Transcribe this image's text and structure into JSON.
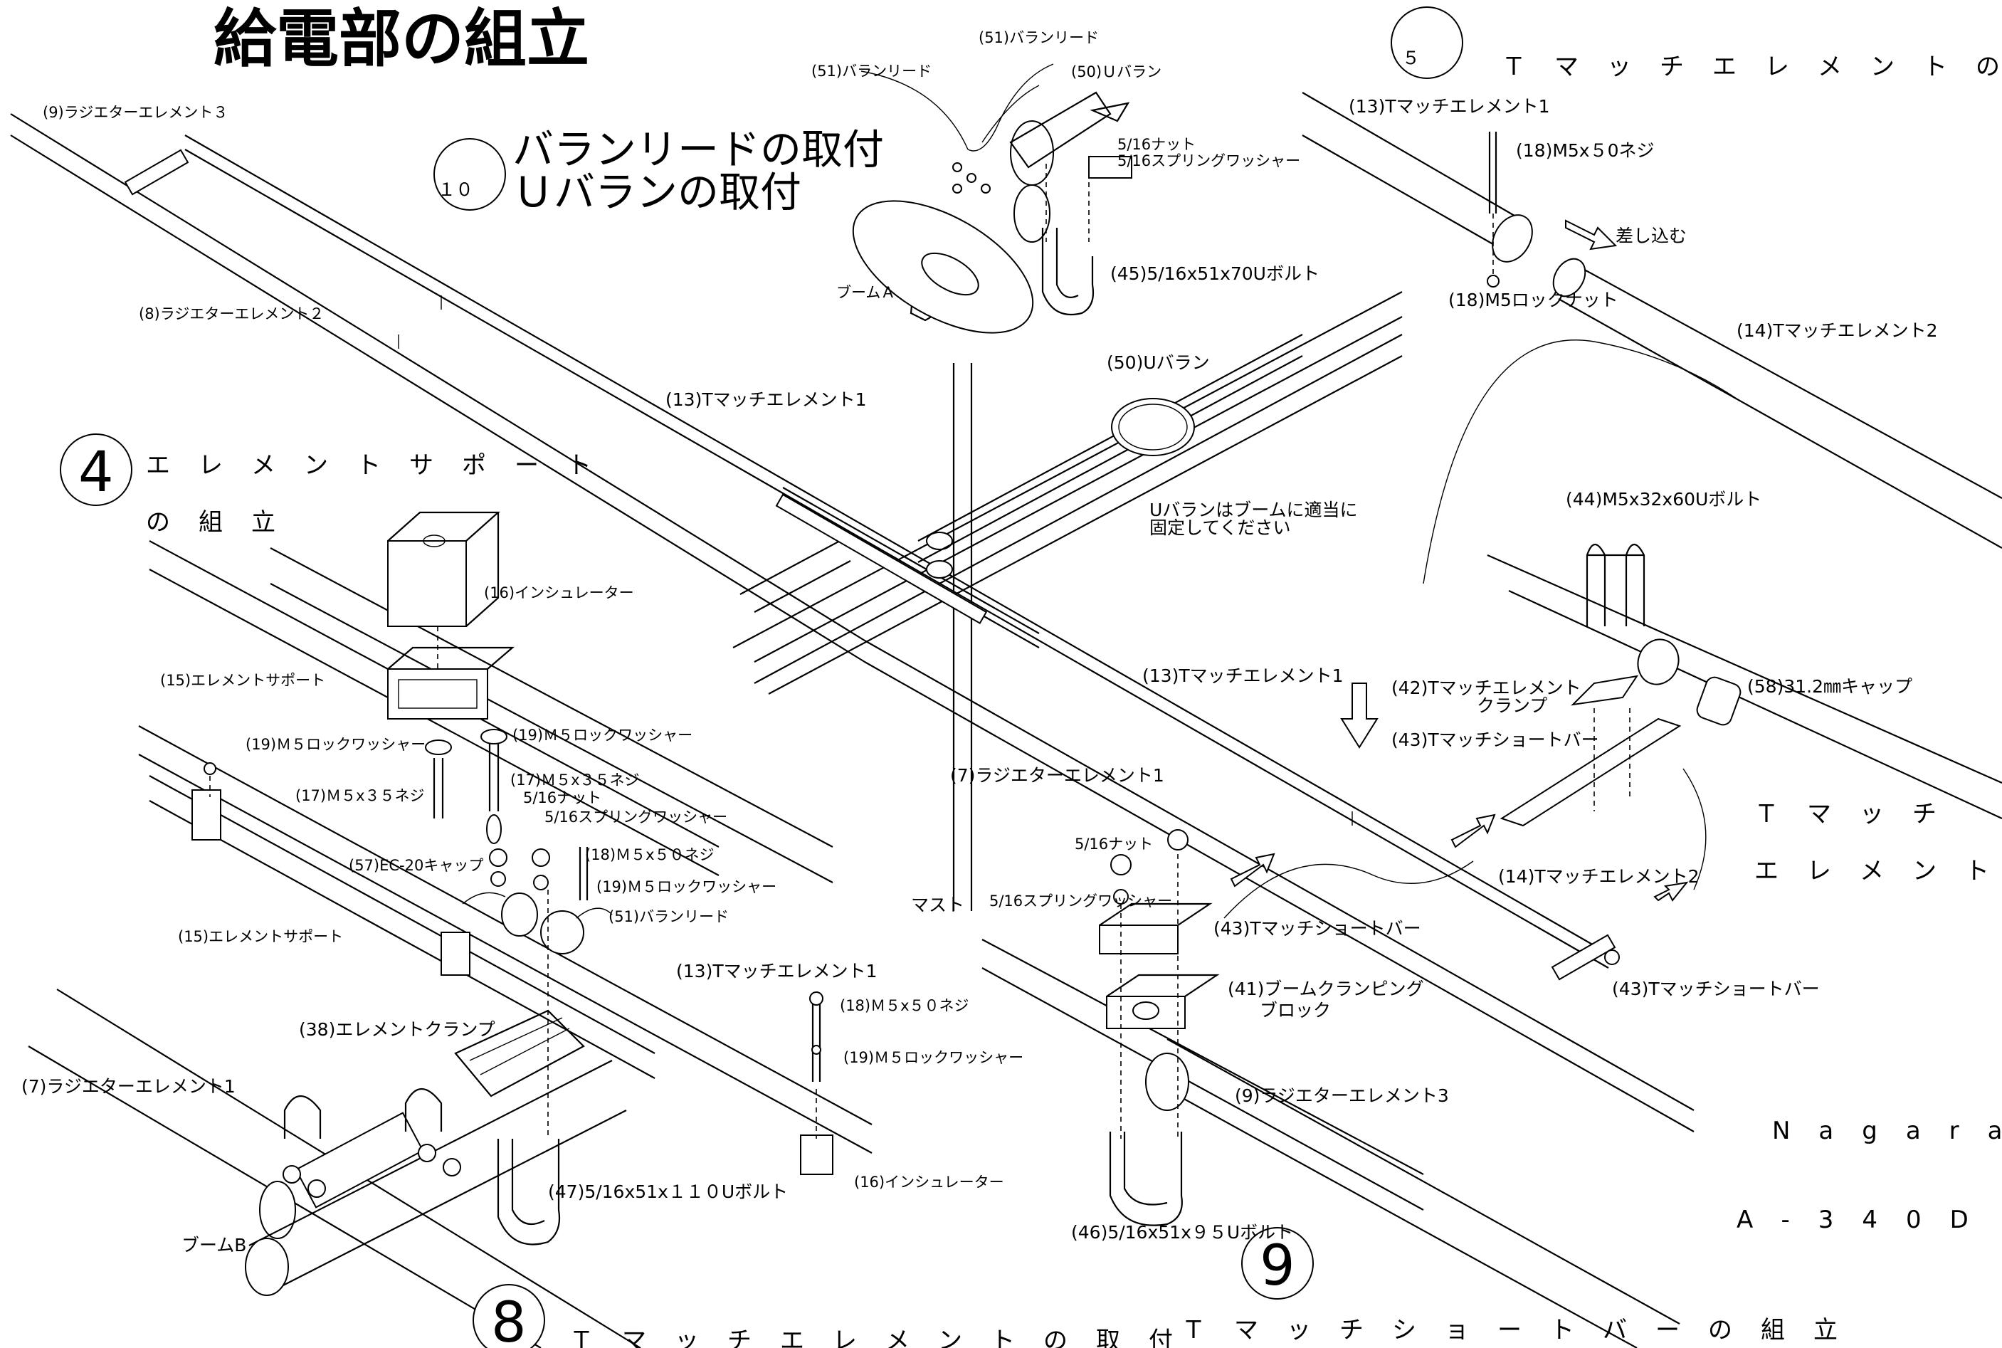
{
  "title": "給電部の組立",
  "sections": {
    "s10": {
      "number": "１０",
      "line1": "バランリードの取付",
      "line2": "Ｕバランの取付"
    },
    "s5": {
      "number": "５",
      "title": "Ｔマッチエレメントの接続"
    },
    "s4": {
      "number": "4",
      "line1": "エレメントサポート",
      "line2": "の組立"
    },
    "s8": {
      "number": "8",
      "title": "Ｔマッチエレメントの取付"
    },
    "s9": {
      "number": "9",
      "title": "Ｔマッチショートバーの組立"
    }
  },
  "side_note": {
    "line1": "Ｔマッチ",
    "line2": "エレメント側"
  },
  "brand": {
    "maker": "Nagara",
    "model": "A-340D"
  },
  "labels": {
    "radiator3_top": "(9)ラジエターエレメント３",
    "radiator2": "(8)ラジエターエレメント２",
    "balun_lead_a": "(51)バランリード",
    "balun_lead_b": "(51)バランリード",
    "u_balun_top": "(50)Ｕバラン",
    "nut_516_top": "5/16ナット",
    "spring_washer_516_top": "5/16スプリングワッシャー",
    "boom_a": "ブームＡ",
    "ubolt_45": "(45)5/16x51x70Uボルト",
    "tmatch1_top": "(13)Tマッチエレメント1",
    "screw_m5x50_top": "(18)M5x５0ネジ",
    "lock_nut_m5": "(18)M5ロックナット",
    "insert": "差し込む",
    "tmatch2_top": "(14)Tマッチエレメント2",
    "u_balun_mid": "(50)Uバラン",
    "u_balun_note1": "Uバランはブームに適当に",
    "u_balun_note2": "固定してください",
    "tmatch1_mid": "(13)Tマッチエレメント1",
    "insulator_top": "(16)インシュレーター",
    "element_support_top": "(15)エレメントサポート",
    "lock_washer_left": "(19)Ｍ５ロックワッシャー",
    "lock_washer_right": "(19)Ｍ５ロックワッシャー",
    "screw_m5x35_left": "(17)Ｍ５x３５ネジ",
    "screw_m5x35_right": "(17)Ｍ５x３５ネジ",
    "nut_516_left": "5/16ナット",
    "spring_washer_516_left": "5/16スプリングワッシャー",
    "cap_ec20": "(57)EC-20キャップ",
    "screw_m5x50_mid": "(18)Ｍ５x５０ネジ",
    "lock_washer_mid": "(19)Ｍ５ロックワッシャー",
    "balun_lead_mid": "(51)バランリード",
    "element_support_bottom": "(15)エレメントサポート",
    "tmatch1_mid2": "(13)Tマッチエレメント1",
    "tmatch1_right": "(13)Tマッチエレメント1",
    "radiator1_mid": "(7)ラジエターエレメント1",
    "mast": "マスト",
    "ubolt_44": "(44)M5x32x60Uボルト",
    "tmatch_clamp_1": "(42)Tマッチエレメント",
    "tmatch_clamp_2": "クランプ",
    "tmatch_short_bar_a": "(43)Tマッチショートバー",
    "cap_312": "(58)31.2㎜キャップ",
    "nut_516_right": "5/16ナット",
    "spring_washer_516_right": "5/16スプリングワッシャー",
    "tmatch_short_bar_b": "(43)Tマッチショートバー",
    "tmatch2_bottom": "(14)Tマッチエレメント2",
    "boom_clamp_1": "(41)ブームクランピング",
    "boom_clamp_2": "ブロック",
    "tmatch_short_bar_c": "(43)Tマッチショートバー",
    "radiator3_bottom": "(9)ラジエターエレメント3",
    "element_clamp": "(38)エレメントクランプ",
    "radiator1_left": "(7)ラジエターエレメント1",
    "screw_m5x50_bottom": "(18)Ｍ５x５０ネジ",
    "lock_washer_bottom": "(19)Ｍ５ロックワッシャー",
    "insulator_bottom": "(16)インシュレーター",
    "ubolt_47": "(47)5/16x51x１１０Uボルト",
    "boom_b": "ブームB",
    "ubolt_46": "(46)5/16x51x９５Uボルト"
  }
}
